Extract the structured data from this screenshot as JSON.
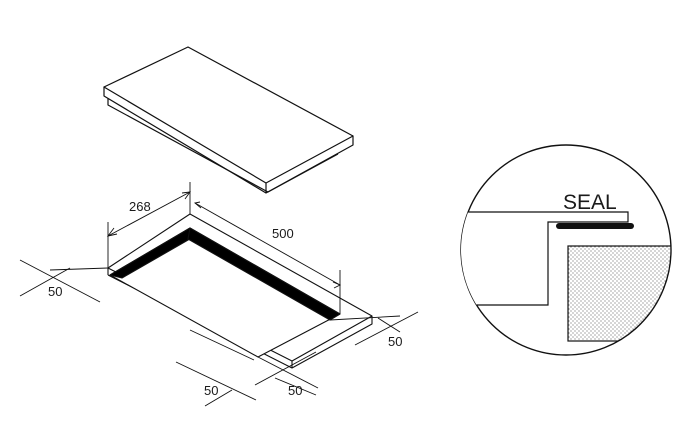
{
  "labels": {
    "width": "268",
    "length": "500",
    "margin_left": "50",
    "margin_right": "50",
    "margin_front_left": "50",
    "margin_front_right": "50",
    "seal": "SEAL"
  }
}
